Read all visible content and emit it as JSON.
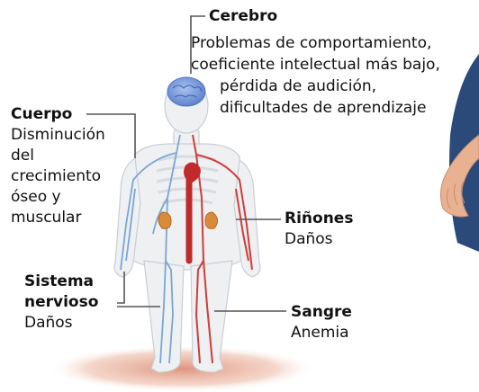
{
  "brain": {
    "title": "Cerebro",
    "lines": [
      "Problemas de comportamiento,",
      "coeficiente intelectual más bajo,",
      "pérdida de audición,",
      "dificultades de aprendizaje"
    ]
  },
  "body": {
    "title": "Cuerpo",
    "lines": [
      "Disminución",
      "del",
      "crecimiento",
      "óseo y",
      "muscular"
    ]
  },
  "kidneys": {
    "title": "Riñones",
    "desc": "Daños"
  },
  "nervous": {
    "title_1": "Sistema",
    "title_2": "nervioso",
    "desc": "Daños"
  },
  "blood": {
    "title": "Sangre",
    "desc": "Anemia"
  },
  "colors": {
    "body_fill": "#eef0f2",
    "brain": "#6f93d6",
    "artery": "#d23b3b",
    "vein": "#7aa6d8",
    "kidney": "#d98b3a",
    "ground": "#e6a58a",
    "shirt": "#2b4a7a",
    "skin": "#e8b292"
  }
}
